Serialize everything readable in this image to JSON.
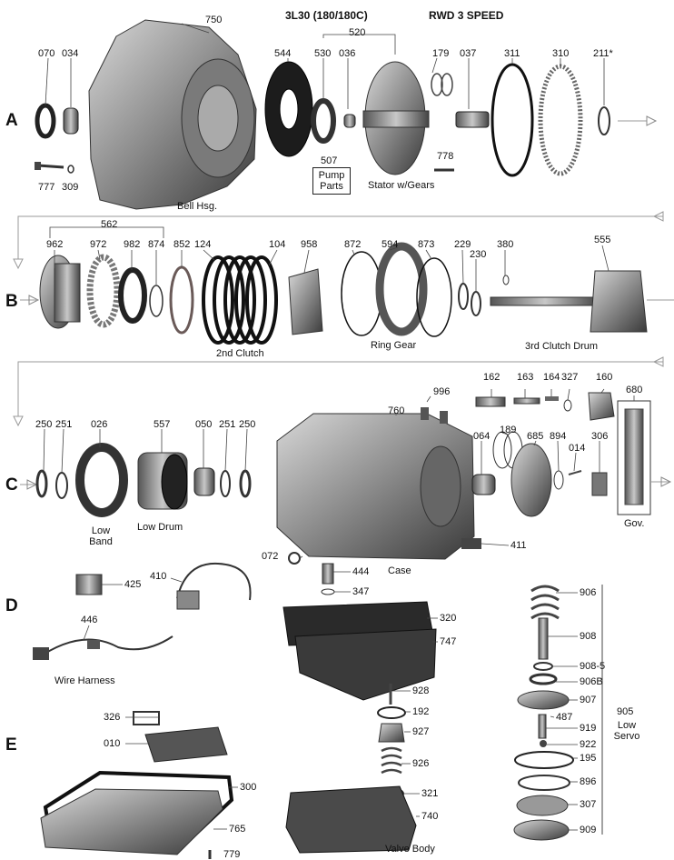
{
  "title": {
    "model": "3L30 (180/180C)",
    "type": "RWD 3 SPEED"
  },
  "rows": [
    "A",
    "B",
    "C",
    "D",
    "E"
  ],
  "parts": {
    "p750": "750",
    "p070": "070",
    "p034": "034",
    "p544": "544",
    "p520": "520",
    "p530": "530",
    "p036": "036",
    "p179": "179",
    "p037": "037",
    "p311": "311",
    "p310": "310",
    "p211": "211*",
    "p777": "777",
    "p309": "309",
    "p507": "507",
    "p778": "778",
    "p562": "562",
    "p962": "962",
    "p972": "972",
    "p982": "982",
    "p874": "874",
    "p852": "852",
    "p124": "124",
    "p104": "104",
    "p958": "958",
    "p872": "872",
    "p594": "594",
    "p873": "873",
    "p229": "229",
    "p230": "230",
    "p380": "380",
    "p555": "555",
    "p162": "162",
    "p163": "163",
    "p164": "164",
    "p327": "327",
    "p160": "160",
    "p680": "680",
    "p996": "996",
    "p760": "760",
    "p250a": "250",
    "p251a": "251",
    "p026": "026",
    "p557": "557",
    "p050": "050",
    "p251b": "251",
    "p250b": "250",
    "p189": "189",
    "p064": "064",
    "p685": "685",
    "p894": "894",
    "p014": "014",
    "p306": "306",
    "p411": "411",
    "p072": "072",
    "p444": "444",
    "p347": "347",
    "p425": "425",
    "p410": "410",
    "p446": "446",
    "p320": "320",
    "p747": "747",
    "p906": "906",
    "p908": "908",
    "p908_5": "908-5",
    "p906b": "906B",
    "p907": "907",
    "p487": "487",
    "p919": "919",
    "p922": "922",
    "p195": "195",
    "p896": "896",
    "p307": "307",
    "p909": "909",
    "p905": "905",
    "p928": "928",
    "p192": "192",
    "p927": "927",
    "p926": "926",
    "p321": "321",
    "p740": "740",
    "p326": "326",
    "p010": "010",
    "p300": "300",
    "p765": "765",
    "p779": "779"
  },
  "captions": {
    "bell": "Bell Hsg.",
    "pump_parts": "Pump Parts",
    "stator": "Stator w/Gears",
    "second_clutch": "2nd Clutch",
    "ring_gear": "Ring Gear",
    "third_clutch": "3rd Clutch Drum",
    "low_band": "Low Band",
    "low_drum": "Low Drum",
    "case": "Case",
    "gov": "Gov.",
    "wire_harness": "Wire Harness",
    "low_servo": "Low Servo",
    "valve_body": "Valve Body"
  }
}
